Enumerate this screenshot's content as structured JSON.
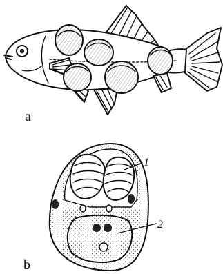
{
  "panels": [
    {
      "id": "a",
      "label": "a"
    },
    {
      "id": "b",
      "label": "b"
    }
  ],
  "callouts": [
    {
      "id": "1",
      "label": "1"
    },
    {
      "id": "2",
      "label": "2"
    }
  ],
  "colors": {
    "ink": "#111111",
    "paper": "#ffffff"
  }
}
